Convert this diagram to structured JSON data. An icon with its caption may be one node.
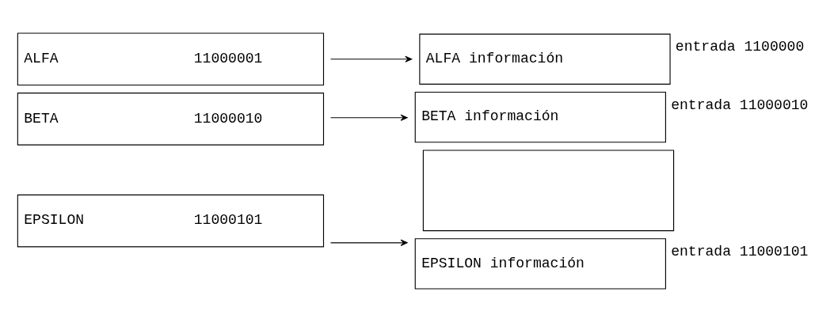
{
  "diagram": {
    "nodes": [
      {
        "text": [
          "ALFA",
          "11000001"
        ]
      },
      {
        "text": [
          "BETA",
          "11000010"
        ]
      },
      {
        "text": [
          "EPSILON",
          "11000101"
        ]
      },
      {
        "text": [
          "ALFA información"
        ],
        "beside": [
          "entrada 1100000"
        ]
      },
      {
        "text": [
          "BETA información"
        ],
        "beside": [
          "entrada 11000010"
        ]
      },
      {
        "text": [],
        "shape": "box"
      },
      {
        "text": [
          "EPSILON información"
        ],
        "beside": [
          "entrada 11000101"
        ]
      }
    ],
    "edges": [
      {
        "from": 0,
        "to": 3,
        "arrow": "to"
      },
      {
        "from": 1,
        "to": 4,
        "arrow": "to"
      },
      {
        "from": 2,
        "to": 6,
        "arrow": "to"
      }
    ]
  }
}
